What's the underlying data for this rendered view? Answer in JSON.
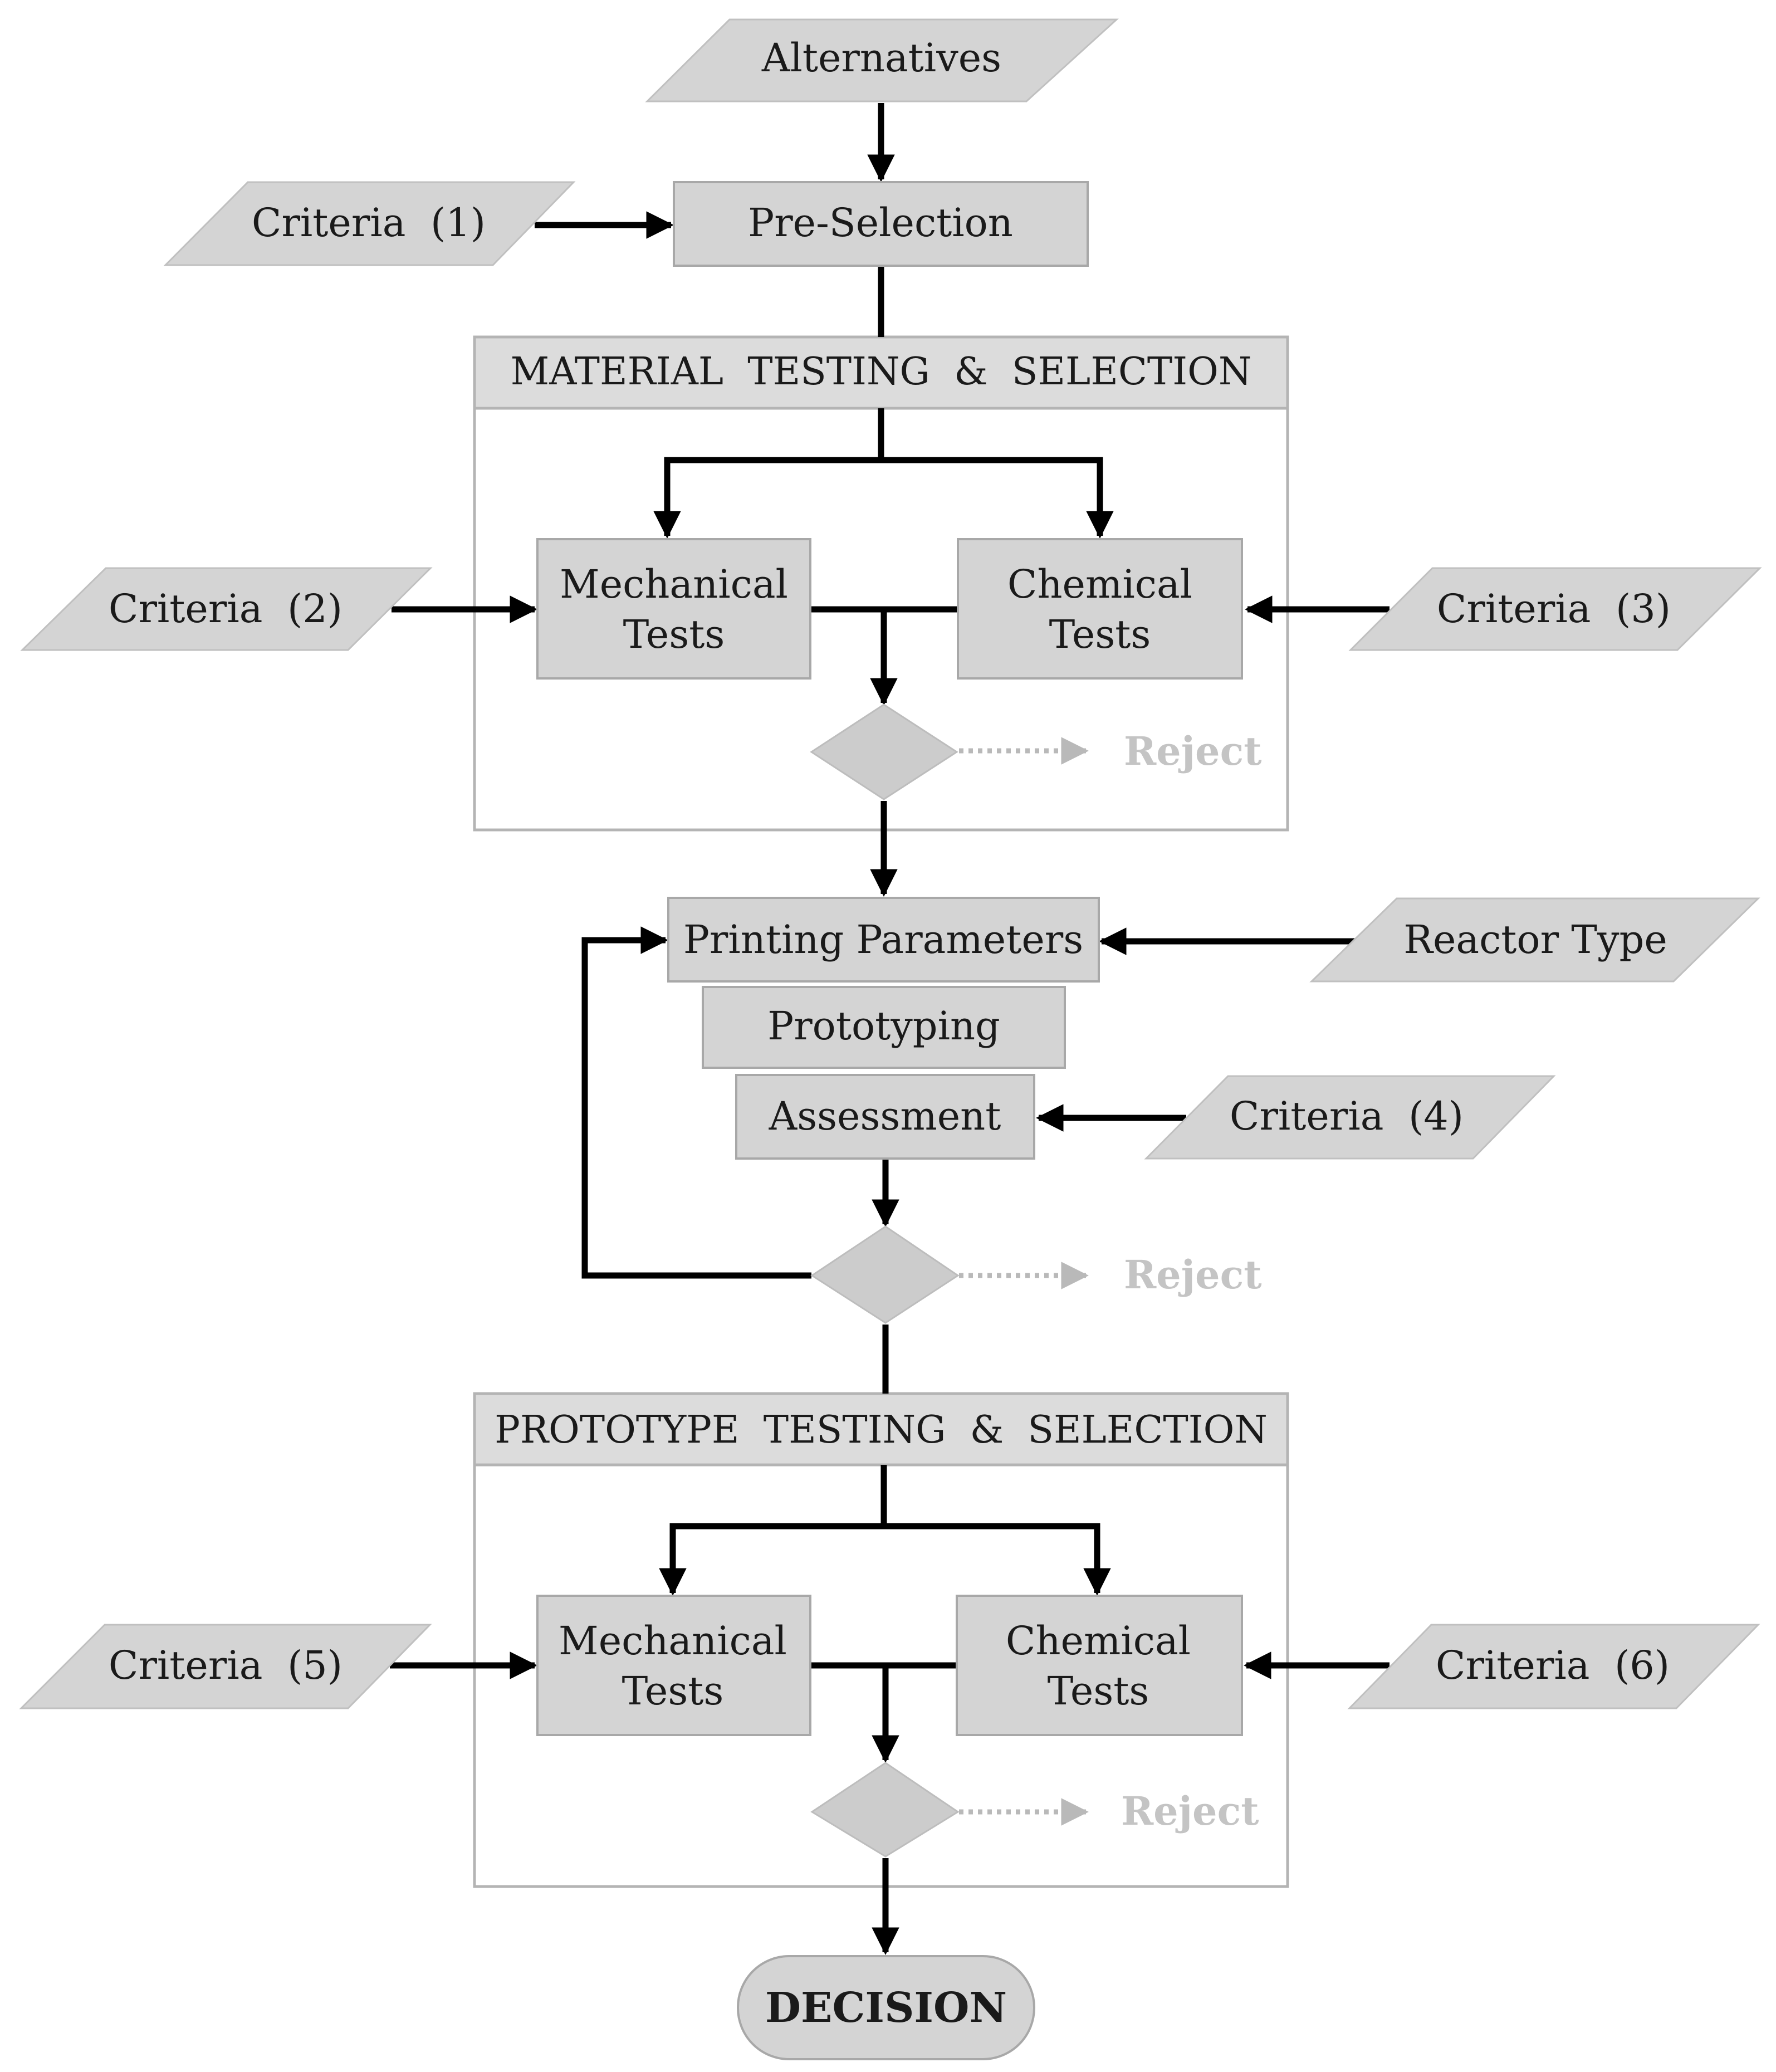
{
  "inputs": {
    "alternatives": "Alternatives",
    "criteria_1": "Criteria  (1)",
    "criteria_2": "Criteria  (2)",
    "criteria_3": "Criteria  (3)",
    "criteria_4": "Criteria  (4)",
    "criteria_5": "Criteria  (5)",
    "criteria_6": "Criteria  (6)",
    "reactor_type": "Reactor Type"
  },
  "steps": {
    "pre_selection": "Pre-Selection",
    "printing_parameters": "Printing Parameters",
    "prototyping": "Prototyping",
    "assessment": "Assessment"
  },
  "material_section": {
    "title": "MATERIAL  TESTING  &  SELECTION",
    "mechanical_line1": "Mechanical",
    "mechanical_line2": "Tests",
    "chemical_line1": "Chemical",
    "chemical_line2": "Tests",
    "reject": "Reject"
  },
  "prototype_loop": {
    "reject": "Reject"
  },
  "prototype_section": {
    "title": "PROTOTYPE  TESTING  &  SELECTION",
    "mechanical_line1": "Mechanical",
    "mechanical_line2": "Tests",
    "chemical_line1": "Chemical",
    "chemical_line2": "Tests",
    "reject": "Reject"
  },
  "decision": "DECISION"
}
